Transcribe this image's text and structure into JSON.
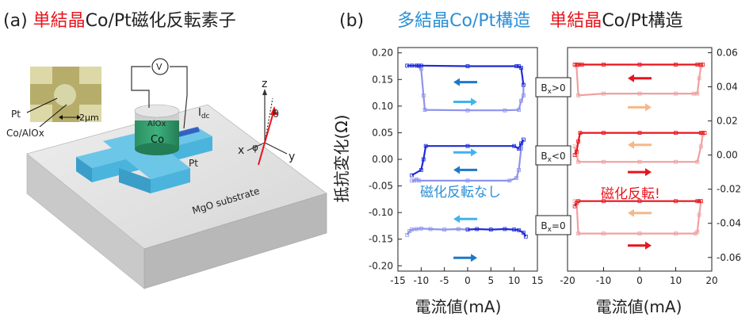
{
  "panel_a": {
    "label": "(a)",
    "title_red": "単結晶",
    "title_rest": "Co/Pt磁化反転素子",
    "labels": {
      "pt_inset": "Pt",
      "co_alox": "Co/AlOx",
      "scale": "2μm",
      "alox": "AlOx",
      "co": "Co",
      "pt": "Pt",
      "current": "I",
      "current_sub": "dc",
      "voltmeter": "V",
      "substrate": "MgO substrate",
      "z": "z",
      "x": "x",
      "y": "y",
      "theta": "θ",
      "phi": "φ"
    },
    "colors": {
      "pt": "#4bb4dc",
      "co": "#2f9e6e",
      "alox": "#d9d9d9",
      "substrate": "#dedede",
      "moment": "#e8141c"
    }
  },
  "panel_b": {
    "label": "(b)",
    "title_blue": "多結晶",
    "title_blue_rest": "Co/Pt構造",
    "title_red": "単結晶",
    "title_red_rest": "Co/Pt構造",
    "ylabel": "抵抗変化(Ω)",
    "xlabel_left": "電流値(mA)",
    "xlabel_right": "電流値(mA)",
    "field_labels": [
      {
        "main": "B",
        "sub": "x",
        "rest": ">0"
      },
      {
        "main": "B",
        "sub": "x",
        "rest": "<0"
      },
      {
        "main": "B",
        "sub": "x",
        "rest": "=0"
      }
    ],
    "annotation_left": "磁化反転なし",
    "annotation_right": "磁化反転!",
    "colors": {
      "blue_dark": "#1f2bd6",
      "blue_light": "#8e93ec",
      "red_dark": "#e8141c",
      "red_light": "#f0a0a0",
      "arrow_blue_dark": "#1d78c9",
      "arrow_blue_light": "#3fb4ee",
      "arrow_red": "#e8141c",
      "arrow_orange": "#f5b88a"
    }
  },
  "chart_data": [
    {
      "type": "line",
      "title": "",
      "xlabel": "電流値(mA)",
      "ylabel": "抵抗変化(Ω)",
      "xlim": [
        -15,
        15
      ],
      "ylim": [
        -0.21,
        0.21
      ],
      "xticks": [
        -15,
        -10,
        -5,
        0,
        5,
        10,
        15
      ],
      "yticks": [
        0.2,
        0.15,
        0.1,
        0.05,
        0.0,
        -0.05,
        -0.1,
        -0.15,
        -0.2
      ],
      "series": [
        {
          "condition": "Bx>0",
          "x": [
            -13,
            -11,
            -10,
            -9.5,
            -9.2,
            0,
            8,
            11,
            11.5,
            12,
            12,
            11.5,
            11,
            10.5,
            0,
            -10,
            -10.5,
            -11,
            -12,
            -13
          ],
          "y": [
            0.176,
            0.176,
            0.17,
            0.12,
            0.093,
            0.092,
            0.092,
            0.093,
            0.11,
            0.12,
            0.14,
            0.172,
            0.175,
            0.175,
            0.175,
            0.176,
            0.176,
            0.176,
            0.176,
            0.176
          ]
        },
        {
          "condition": "Bx<0",
          "x": [
            -12,
            -11.5,
            -11,
            -10.5,
            0,
            9,
            10.5,
            11,
            11.5,
            12,
            12,
            11.5,
            11,
            10,
            0,
            -9,
            -9.5,
            -10,
            -12
          ],
          "y": [
            -0.04,
            -0.04,
            -0.038,
            -0.04,
            -0.04,
            -0.04,
            -0.035,
            -0.02,
            0.02,
            0.037,
            0.037,
            0.03,
            0.02,
            0.025,
            0.025,
            0.025,
            0.0,
            -0.02,
            -0.03
          ]
        },
        {
          "condition": "Bx=0",
          "x": [
            -13,
            -12.5,
            -12,
            -11,
            -10,
            -8,
            -5,
            -2,
            0,
            2,
            5,
            8,
            10,
            11,
            12,
            12.5
          ],
          "y": [
            -0.142,
            -0.135,
            -0.132,
            -0.131,
            -0.13,
            -0.131,
            -0.132,
            -0.131,
            -0.132,
            -0.131,
            -0.132,
            -0.131,
            -0.132,
            -0.133,
            -0.138,
            -0.145
          ]
        }
      ]
    },
    {
      "type": "line",
      "title": "",
      "xlabel": "電流値(mA)",
      "ylabel": "",
      "xlim": [
        -20,
        20
      ],
      "ylim": [
        -0.068,
        0.063
      ],
      "xticks": [
        -20,
        -10,
        0,
        10,
        20
      ],
      "yticks": [
        0.06,
        0.04,
        0.02,
        0.0,
        -0.02,
        -0.04,
        -0.06
      ],
      "series": [
        {
          "condition": "Bx>0",
          "x": [
            -18,
            -17.5,
            -17,
            -10,
            0,
            10,
            15,
            16,
            16.5,
            17,
            17.5,
            17,
            16,
            10,
            0,
            -10,
            -16,
            -17,
            -17.5,
            -18
          ],
          "y": [
            0.053,
            0.052,
            0.035,
            0.036,
            0.036,
            0.036,
            0.036,
            0.036,
            0.045,
            0.052,
            0.053,
            0.053,
            0.053,
            0.053,
            0.053,
            0.053,
            0.053,
            0.053,
            0.053,
            0.053
          ]
        },
        {
          "condition": "Bx<0",
          "x": [
            -18,
            -17.5,
            -17,
            -10,
            0,
            10,
            16,
            17,
            17.5,
            18,
            18,
            17.5,
            17,
            10,
            0,
            -10,
            -16.5,
            -17,
            -17.5,
            -18
          ],
          "y": [
            0.005,
            0.0,
            -0.004,
            -0.004,
            -0.004,
            -0.004,
            -0.004,
            0.005,
            0.012,
            0.013,
            0.013,
            0.013,
            0.013,
            0.013,
            0.013,
            0.013,
            0.013,
            0.008,
            0.002,
            0.0
          ]
        },
        {
          "condition": "Bx=0",
          "x": [
            -18,
            -17.5,
            -17,
            -10,
            0,
            10,
            15.5,
            16,
            16.5,
            17,
            17,
            16.5,
            16,
            10,
            0,
            -10,
            -17,
            -17.5,
            -18
          ],
          "y": [
            -0.027,
            -0.027,
            -0.046,
            -0.046,
            -0.046,
            -0.046,
            -0.046,
            -0.045,
            -0.035,
            -0.027,
            -0.027,
            -0.027,
            -0.027,
            -0.027,
            -0.027,
            -0.027,
            -0.027,
            -0.028,
            -0.03
          ]
        }
      ]
    }
  ]
}
